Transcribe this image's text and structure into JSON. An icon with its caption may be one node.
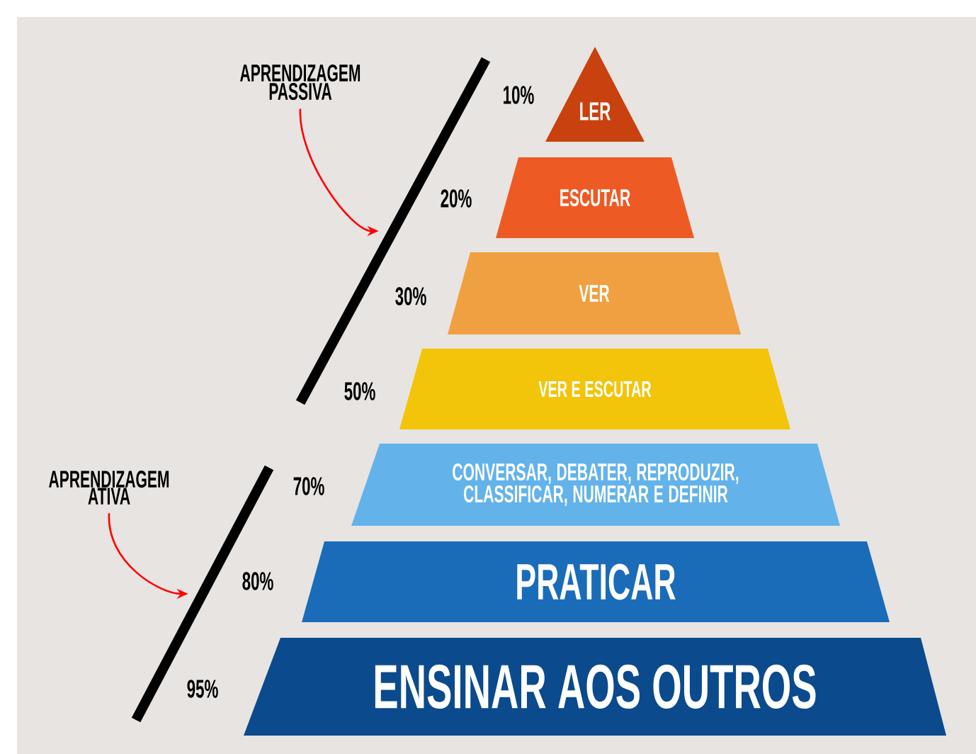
{
  "diagram": {
    "nodes": [
      {
        "text": [
          "APRENDIZAGEM PASSIVA"
        ]
      },
      {
        "text": [],
        "shape": "bar"
      },
      {
        "text": [
          "LER"
        ]
      },
      {
        "text": [
          "ESCUTAR"
        ]
      },
      {
        "text": [
          "VER"
        ]
      },
      {
        "text": [
          "VER E ESCUTAR"
        ]
      },
      {
        "text": [
          "CONVERSAR, DEBATER, REPRODUZIR, CLASSIFICAR, NUMERAR E DEFINIR"
        ]
      },
      {
        "text": [
          "PRATICAR"
        ]
      },
      {
        "text": [
          "ENSINAR AOS OUTROS"
        ]
      },
      {
        "text": [
          "APRENDIZAGEM ATIVA"
        ]
      },
      {
        "text": [],
        "shape": "bar"
      }
    ],
    "edges": [
      {
        "from": 0,
        "to": 1,
        "arrow": "to"
      },
      {
        "from": 9,
        "to": 10,
        "arrow": "to"
      }
    ],
    "labels": [
      "10%",
      "20%",
      "30%",
      "50%",
      "70%",
      "80%",
      "95%"
    ]
  }
}
